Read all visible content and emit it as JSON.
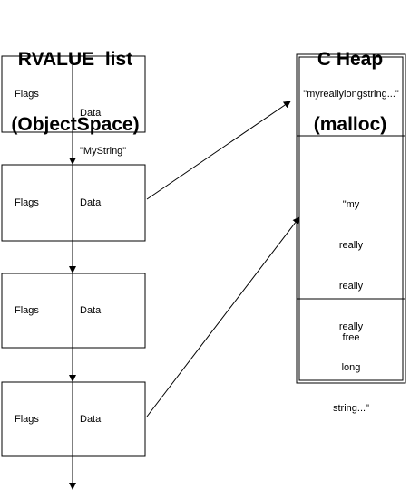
{
  "titles": {
    "rvalue_line1": "RVALUE  list",
    "rvalue_line2": "(ObjectSpace)",
    "heap_line1": "C Heap",
    "heap_line2": "(malloc)"
  },
  "rvalues": [
    {
      "flags": "Flags",
      "data_line1": "Data",
      "data_line2": "\"MyString\""
    },
    {
      "flags": "Flags",
      "data": "Data"
    },
    {
      "flags": "Flags",
      "data": "Data"
    },
    {
      "flags": "Flags",
      "data": "Data"
    }
  ],
  "heap": {
    "block1": "\"myreallylongstring...\"",
    "block2_lines": [
      "\"my",
      "really",
      "really",
      "really",
      "long",
      "string...\""
    ],
    "block3": "free"
  }
}
